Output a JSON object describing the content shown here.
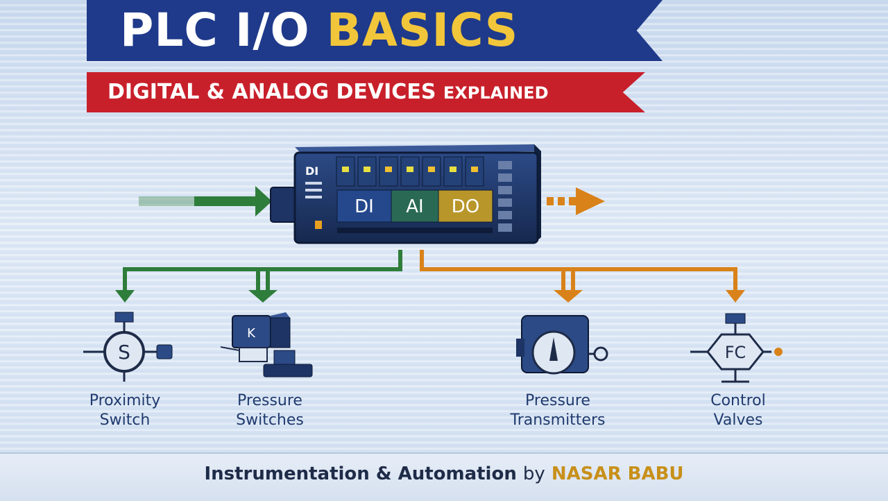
{
  "header": {
    "title_part1": "PLC I/O",
    "title_part2": "BASICS",
    "subtitle_main": "DIGITAL & ANALOG DEVICES",
    "subtitle_small": "EXPLAINED"
  },
  "plc": {
    "side_label": "DI",
    "modules": [
      "DI",
      "AI",
      "DO"
    ]
  },
  "devices": [
    {
      "line1": "Proximity",
      "line2": "Switch",
      "symbol": "S"
    },
    {
      "line1": "Pressure",
      "line2": "Switches",
      "symbol": "K"
    },
    {
      "line1": "Pressure",
      "line2": "Transmitters",
      "symbol": ""
    },
    {
      "line1": "Control",
      "line2": "Valves",
      "symbol": "FC"
    }
  ],
  "footer": {
    "text": "Instrumentation & Automation",
    "by": "by",
    "author": "NASAR BABU"
  },
  "colors": {
    "green": "#2e7d3a",
    "orange": "#d9821a",
    "navy": "#1f3a8a",
    "red": "#c8202b",
    "gold": "#f2c63a"
  }
}
